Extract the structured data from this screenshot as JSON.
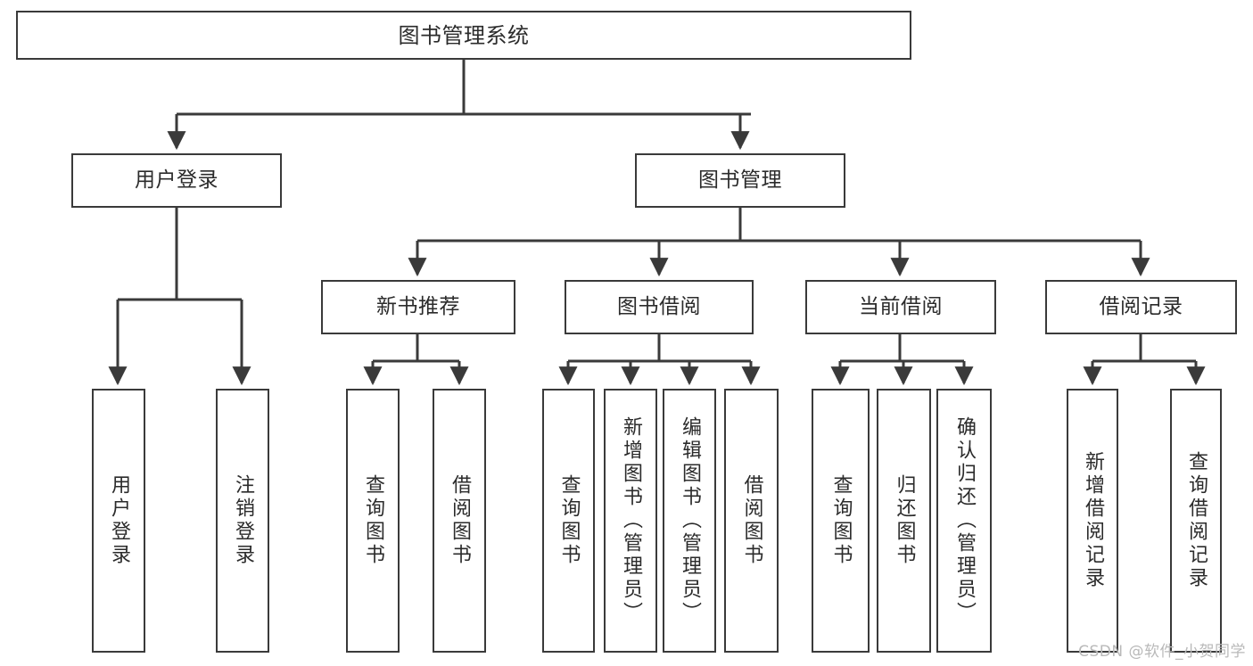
{
  "diagram": {
    "title": "图书管理系统",
    "type": "tree-hierarchy",
    "watermark": "CSDN @软件_小贺同学",
    "colors": {
      "background": "#ffffff",
      "node_fill": "#ffffff",
      "node_border": "#3a3a3a",
      "edge": "#3a3a3a",
      "text": "#2b2b2b",
      "watermark": "#b9b9b9"
    },
    "nodes": {
      "root": {
        "label": "图书管理系统"
      },
      "level1": [
        {
          "label": "用户登录"
        },
        {
          "label": "图书管理"
        }
      ],
      "level2": [
        {
          "label": "新书推荐"
        },
        {
          "label": "图书借阅"
        },
        {
          "label": "当前借阅"
        },
        {
          "label": "借阅记录"
        }
      ],
      "leaves_user_login": [
        {
          "label": "用户登录"
        },
        {
          "label": "注销登录"
        }
      ],
      "leaves_new_book": [
        {
          "label": "查询图书"
        },
        {
          "label": "借阅图书"
        }
      ],
      "leaves_borrow": [
        {
          "label": "查询图书"
        },
        {
          "label": "新增图书（管理员）"
        },
        {
          "label": "编辑图书（管理员）"
        },
        {
          "label": "借阅图书"
        }
      ],
      "leaves_current": [
        {
          "label": "查询图书"
        },
        {
          "label": "归还图书"
        },
        {
          "label": "确认归还（管理员）"
        }
      ],
      "leaves_record": [
        {
          "label": "新增借阅记录"
        },
        {
          "label": "查询借阅记录"
        }
      ]
    }
  }
}
